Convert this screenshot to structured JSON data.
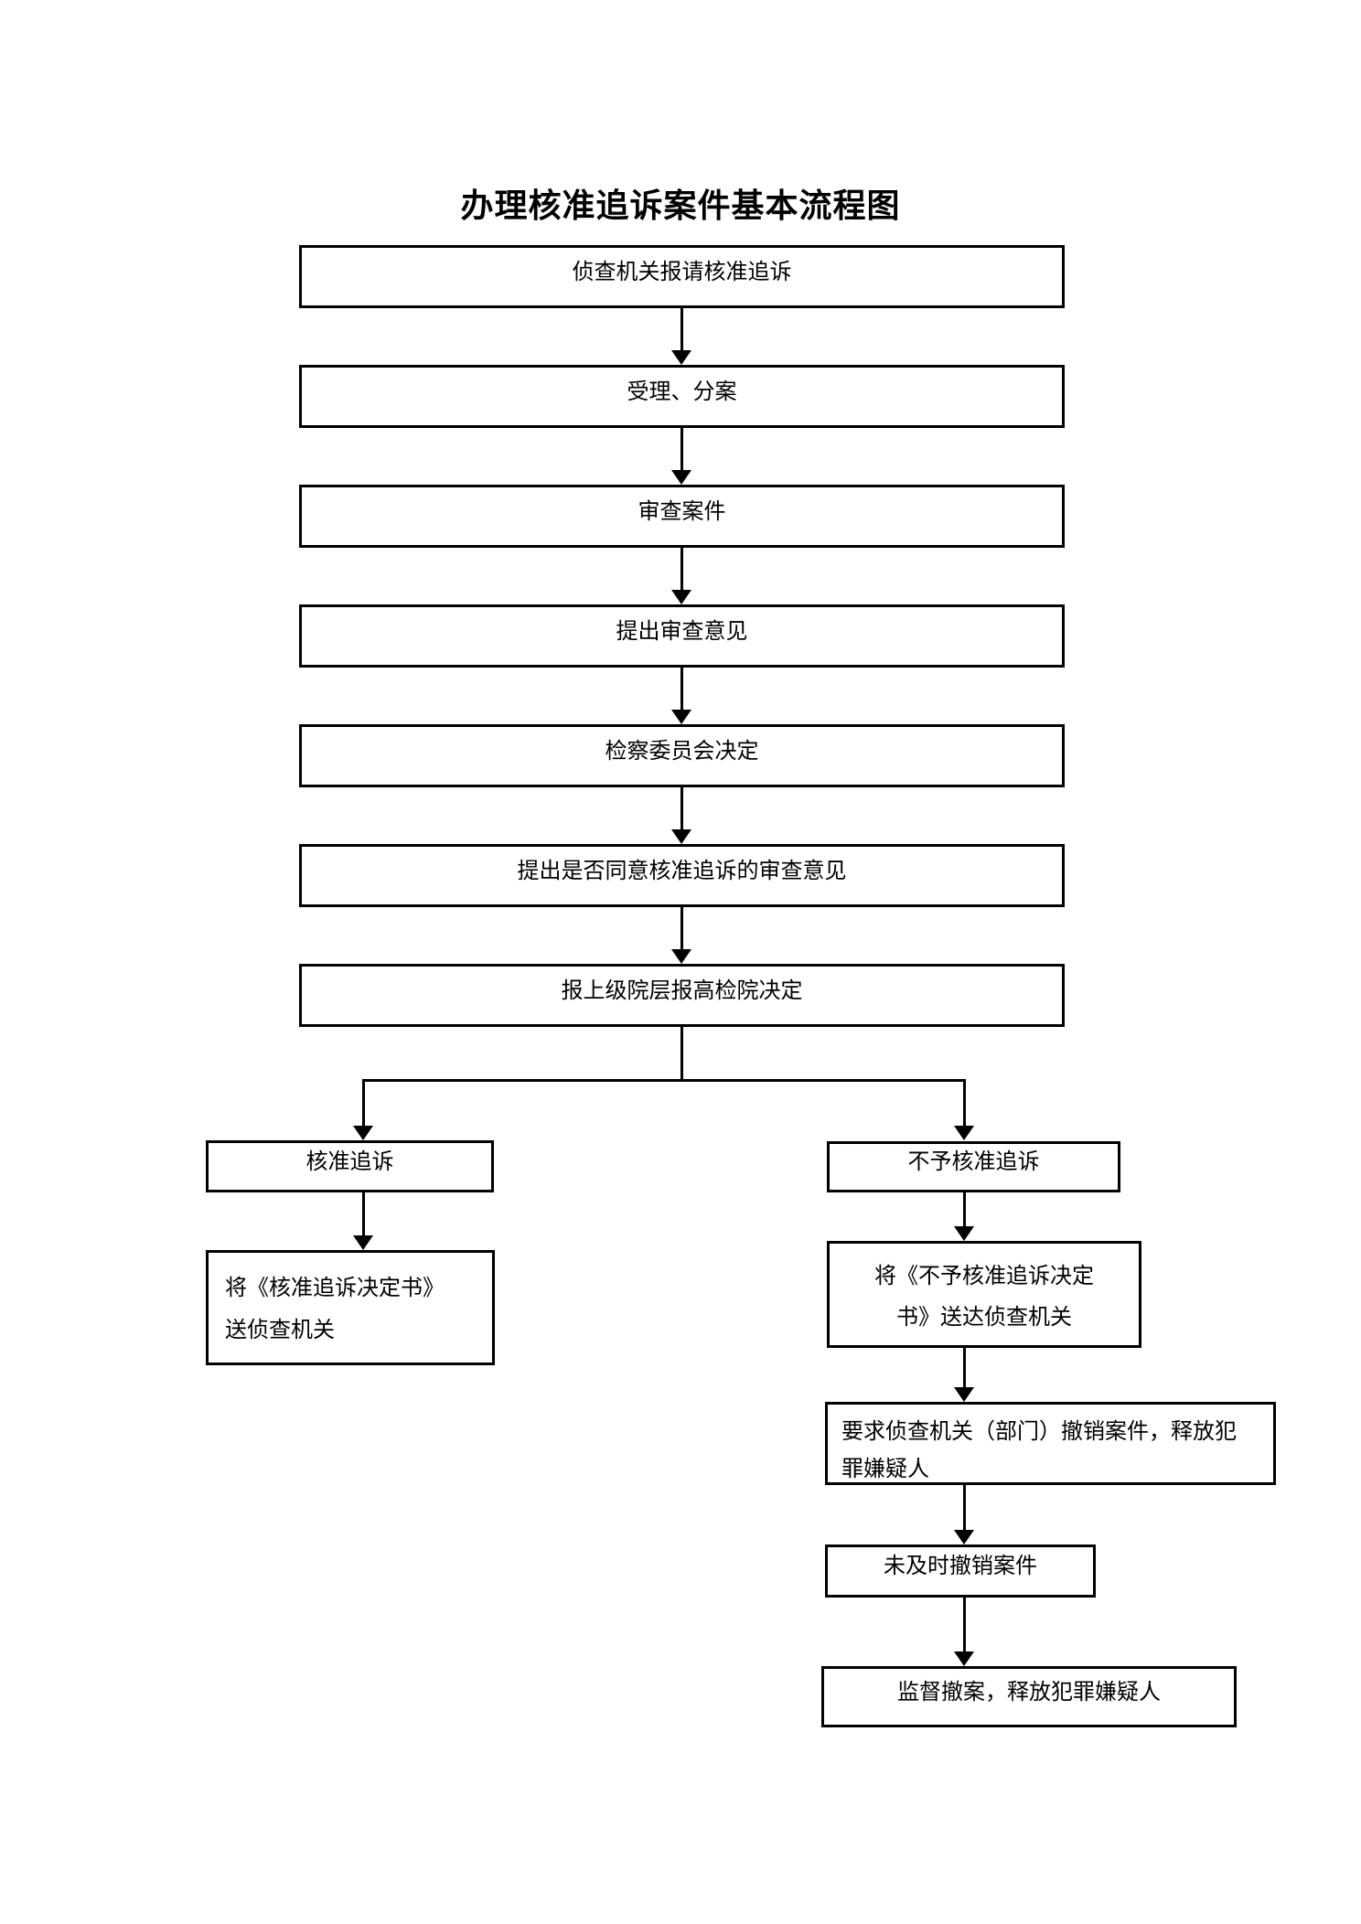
{
  "page": {
    "title": "办理核准追诉案件基本流程图"
  },
  "flow": {
    "main_steps": [
      {
        "label": "侦查机关报请核准追诉"
      },
      {
        "label": "受理、分案"
      },
      {
        "label": "审查案件"
      },
      {
        "label": "提出审查意见"
      },
      {
        "label": "检察委员会决定"
      },
      {
        "label": "提出是否同意核准追诉的审查意见"
      },
      {
        "label": "报上级院层报高检院决定"
      }
    ],
    "approve_branch": {
      "decision": {
        "label": "核准追诉"
      },
      "deliver": {
        "line1": "将《核准追诉决定书》",
        "line2": "送侦查机关"
      }
    },
    "disapprove_branch": {
      "decision": {
        "label": "不予核准追诉"
      },
      "deliver": {
        "line1": "将《不予核准追诉决定",
        "line2": "书》送达侦查机关"
      },
      "demand": {
        "line1": "要求侦查机关（部门）撤销案件，释放犯",
        "line2": "罪嫌疑人"
      },
      "not_withdrawn": {
        "label": "未及时撤销案件"
      },
      "supervise": {
        "label": "监督撤案，释放犯罪嫌疑人"
      }
    }
  },
  "colors": {
    "ink": "#000000",
    "paper": "#ffffff"
  }
}
